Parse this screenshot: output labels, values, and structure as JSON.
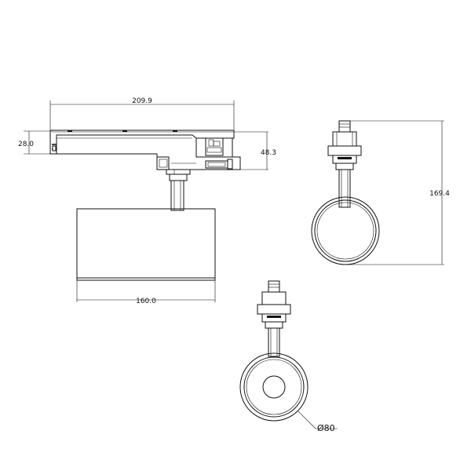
{
  "dimensions": {
    "track_length": "209.9",
    "track_height": "28.0",
    "adapter_height": "48.3",
    "head_length": "160.0",
    "total_height": "169.4",
    "diameter": "Ø80"
  },
  "colors": {
    "line": "#111111",
    "background": "#ffffff"
  }
}
